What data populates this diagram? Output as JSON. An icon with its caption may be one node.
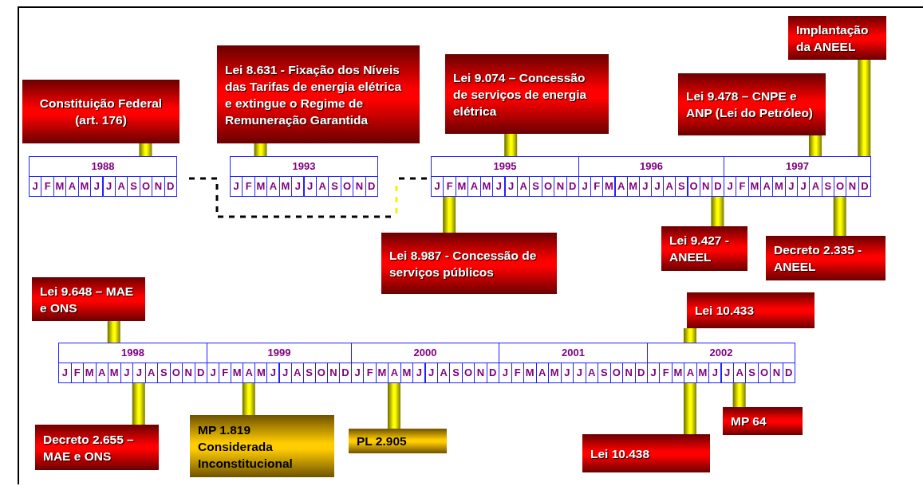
{
  "diagram": {
    "nodes": [
      {
        "text": [
          "Constituição Federal (art. 176)"
        ]
      },
      {
        "text": [
          "Lei  8.631 -  Fixação dos Níveis das Tarifas de energia elétrica e extingue o Regime de Remuneração Garantida"
        ]
      },
      {
        "text": [
          "Lei 9.074 – Concessão de serviços de energia elétrica"
        ]
      },
      {
        "text": [
          "Implantação da ANEEL"
        ]
      },
      {
        "text": [
          "Lei 9.478 – CNPE e ANP (Lei do Petróleo)"
        ]
      },
      {
        "text": [
          "Lei  8.987 - Concessão de serviços públicos"
        ]
      },
      {
        "text": [
          "Lei   9.427 - ANEEL"
        ]
      },
      {
        "text": [
          "Decreto 2.335 -ANEEL"
        ]
      },
      {
        "text": [
          "Lei 9.648 – MAE e ONS"
        ]
      },
      {
        "text": [
          "Lei 10.433"
        ]
      },
      {
        "text": [
          "Decreto 2.655 –MAE e ONS"
        ]
      },
      {
        "text": [
          "MP  1.819 Considerada Inconstitucional"
        ]
      },
      {
        "text": [
          "PL 2.905"
        ]
      },
      {
        "text": [
          "Lei 10.438"
        ]
      },
      {
        "text": [
          "MP  64"
        ]
      },
      {
        "text": [
          "1988"
        ]
      },
      {
        "text": [
          "J"
        ]
      },
      {
        "text": [
          "F"
        ]
      },
      {
        "text": [
          "M"
        ]
      },
      {
        "text": [
          "A"
        ]
      },
      {
        "text": [
          "M"
        ]
      },
      {
        "text": [
          "J"
        ]
      },
      {
        "text": [
          "J"
        ]
      },
      {
        "text": [
          "A"
        ]
      },
      {
        "text": [
          "S"
        ]
      },
      {
        "text": [
          "O"
        ]
      },
      {
        "text": [
          "N"
        ]
      },
      {
        "text": [
          "D"
        ]
      },
      {
        "text": [
          "1993"
        ]
      },
      {
        "text": [
          "J"
        ]
      },
      {
        "text": [
          "F"
        ]
      },
      {
        "text": [
          "M"
        ]
      },
      {
        "text": [
          "A"
        ]
      },
      {
        "text": [
          "M"
        ]
      },
      {
        "text": [
          "J"
        ]
      },
      {
        "text": [
          "J"
        ]
      },
      {
        "text": [
          "A"
        ]
      },
      {
        "text": [
          "S"
        ]
      },
      {
        "text": [
          "O"
        ]
      },
      {
        "text": [
          "N"
        ]
      },
      {
        "text": [
          "D"
        ]
      },
      {
        "text": [
          "1995"
        ]
      },
      {
        "text": [
          "J"
        ]
      },
      {
        "text": [
          "F"
        ]
      },
      {
        "text": [
          "M"
        ]
      },
      {
        "text": [
          "A"
        ]
      },
      {
        "text": [
          "M"
        ]
      },
      {
        "text": [
          "J"
        ]
      },
      {
        "text": [
          "J"
        ]
      },
      {
        "text": [
          "A"
        ]
      },
      {
        "text": [
          "S"
        ]
      },
      {
        "text": [
          "O"
        ]
      },
      {
        "text": [
          "N"
        ]
      },
      {
        "text": [
          "D"
        ]
      },
      {
        "text": [
          "1996"
        ]
      },
      {
        "text": [
          "J"
        ]
      },
      {
        "text": [
          "F"
        ]
      },
      {
        "text": [
          "M"
        ]
      },
      {
        "text": [
          "A"
        ]
      },
      {
        "text": [
          "M"
        ]
      },
      {
        "text": [
          "J"
        ]
      },
      {
        "text": [
          "J"
        ]
      },
      {
        "text": [
          "A"
        ]
      },
      {
        "text": [
          "S"
        ]
      },
      {
        "text": [
          "O"
        ]
      },
      {
        "text": [
          "N"
        ]
      },
      {
        "text": [
          "D"
        ]
      },
      {
        "text": [
          "1997"
        ]
      },
      {
        "text": [
          "J"
        ]
      },
      {
        "text": [
          "F"
        ]
      },
      {
        "text": [
          "M"
        ]
      },
      {
        "text": [
          "A"
        ]
      },
      {
        "text": [
          "M"
        ]
      },
      {
        "text": [
          "J"
        ]
      },
      {
        "text": [
          "J"
        ]
      },
      {
        "text": [
          "A"
        ]
      },
      {
        "text": [
          "S"
        ]
      },
      {
        "text": [
          "O"
        ]
      },
      {
        "text": [
          "N"
        ]
      },
      {
        "text": [
          "D"
        ]
      },
      {
        "text": [
          "1998"
        ]
      },
      {
        "text": [
          "J"
        ]
      },
      {
        "text": [
          "F"
        ]
      },
      {
        "text": [
          "M"
        ]
      },
      {
        "text": [
          "A"
        ]
      },
      {
        "text": [
          "M"
        ]
      },
      {
        "text": [
          "J"
        ]
      },
      {
        "text": [
          "J"
        ]
      },
      {
        "text": [
          "A"
        ]
      },
      {
        "text": [
          "S"
        ]
      },
      {
        "text": [
          "O"
        ]
      },
      {
        "text": [
          "N"
        ]
      },
      {
        "text": [
          "D"
        ]
      },
      {
        "text": [
          "1999"
        ]
      },
      {
        "text": [
          "J"
        ]
      },
      {
        "text": [
          "F"
        ]
      },
      {
        "text": [
          "M"
        ]
      },
      {
        "text": [
          "A"
        ]
      },
      {
        "text": [
          "M"
        ]
      },
      {
        "text": [
          "J"
        ]
      },
      {
        "text": [
          "J"
        ]
      },
      {
        "text": [
          "A"
        ]
      },
      {
        "text": [
          "S"
        ]
      },
      {
        "text": [
          "O"
        ]
      },
      {
        "text": [
          "N"
        ]
      },
      {
        "text": [
          "D"
        ]
      },
      {
        "text": [
          "2000"
        ]
      },
      {
        "text": [
          "J"
        ]
      },
      {
        "text": [
          "F"
        ]
      },
      {
        "text": [
          "M"
        ]
      },
      {
        "text": [
          "A"
        ]
      },
      {
        "text": [
          "M"
        ]
      },
      {
        "text": [
          "J"
        ]
      },
      {
        "text": [
          "J"
        ]
      },
      {
        "text": [
          "A"
        ]
      },
      {
        "text": [
          "S"
        ]
      },
      {
        "text": [
          "O"
        ]
      },
      {
        "text": [
          "N"
        ]
      },
      {
        "text": [
          "D"
        ]
      },
      {
        "text": [
          "2001"
        ]
      },
      {
        "text": [
          "J"
        ]
      },
      {
        "text": [
          "F"
        ]
      },
      {
        "text": [
          "M"
        ]
      },
      {
        "text": [
          "A"
        ]
      },
      {
        "text": [
          "M"
        ]
      },
      {
        "text": [
          "J"
        ]
      },
      {
        "text": [
          "J"
        ]
      },
      {
        "text": [
          "A"
        ]
      },
      {
        "text": [
          "S"
        ]
      },
      {
        "text": [
          "O"
        ]
      },
      {
        "text": [
          "N"
        ]
      },
      {
        "text": [
          "D"
        ]
      },
      {
        "text": [
          "2002"
        ]
      },
      {
        "text": [
          "J"
        ]
      },
      {
        "text": [
          "F"
        ]
      },
      {
        "text": [
          "M"
        ]
      },
      {
        "text": [
          "A"
        ]
      },
      {
        "text": [
          "M"
        ]
      },
      {
        "text": [
          "J"
        ]
      },
      {
        "text": [
          "J"
        ]
      },
      {
        "text": [
          "A"
        ]
      },
      {
        "text": [
          "S"
        ]
      },
      {
        "text": [
          "O"
        ]
      },
      {
        "text": [
          "N"
        ]
      },
      {
        "text": [
          "D"
        ]
      }
    ],
    "edges": [
      {
        "from": 0,
        "to": 15,
        "arrow": "none"
      },
      {
        "from": 1,
        "to": 28,
        "arrow": "none"
      },
      {
        "from": 2,
        "to": 41,
        "arrow": "none"
      },
      {
        "from": 3,
        "to": 67,
        "arrow": "none"
      },
      {
        "from": 4,
        "to": 67,
        "arrow": "none"
      },
      {
        "from": 5,
        "to": 43,
        "arrow": "none"
      },
      {
        "from": 6,
        "to": 66,
        "arrow": "none"
      },
      {
        "from": 7,
        "to": 77,
        "arrow": "none"
      },
      {
        "from": 8,
        "to": 80,
        "arrow": "none"
      },
      {
        "from": 9,
        "to": 132,
        "arrow": "none"
      },
      {
        "from": 10,
        "to": 87,
        "arrow": "none"
      },
      {
        "from": 11,
        "to": 97,
        "arrow": "none"
      },
      {
        "from": 12,
        "to": 110,
        "arrow": "none"
      },
      {
        "from": 13,
        "to": 136,
        "arrow": "none"
      },
      {
        "from": 14,
        "to": 140,
        "arrow": "none"
      }
    ]
  }
}
